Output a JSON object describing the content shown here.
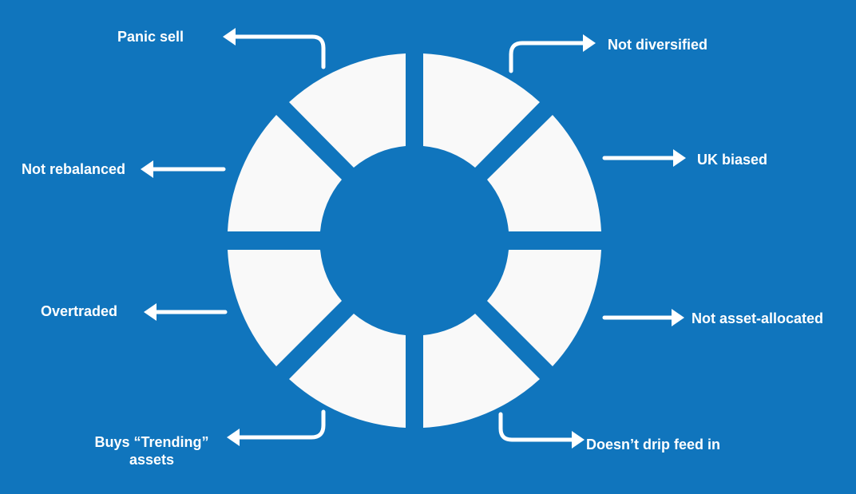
{
  "diagram": {
    "colors": {
      "background": "#1075bd",
      "segment": "#f9f9f9",
      "arrow": "#ffffff"
    },
    "segments": [
      {
        "id": "top-right",
        "label": "Not diversified"
      },
      {
        "id": "right-upper",
        "label": "UK biased"
      },
      {
        "id": "right-lower",
        "label": "Not asset-allocated"
      },
      {
        "id": "bottom-right",
        "label": "Doesn’t drip feed in"
      },
      {
        "id": "bottom-left",
        "label": "Buys “Trending” assets"
      },
      {
        "id": "left-lower",
        "label": "Overtraded"
      },
      {
        "id": "left-upper",
        "label": "Not rebalanced"
      },
      {
        "id": "top-left",
        "label": "Panic sell"
      }
    ],
    "labels": {
      "panic_sell": "Panic sell",
      "not_diversified": "Not diversified",
      "not_rebalanced": "Not rebalanced",
      "uk_biased": "UK biased",
      "overtraded": "Overtraded",
      "not_asset_allocated": "Not asset-allocated",
      "buys_trending_line1": "Buys “Trending”",
      "buys_trending_line2": "assets",
      "doesnt_drip_feed": "Doesn’t drip feed in"
    }
  }
}
